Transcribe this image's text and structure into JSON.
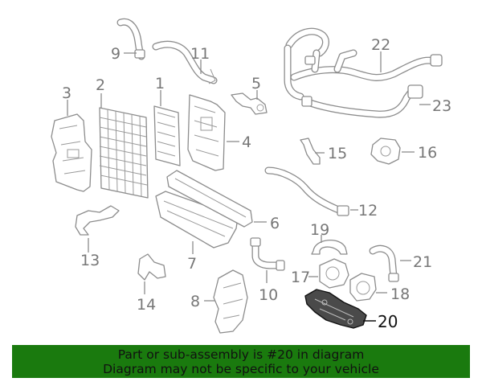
{
  "labels": {
    "l1": "1",
    "l2": "2",
    "l3": "3",
    "l4": "4",
    "l5": "5",
    "l6": "6",
    "l7": "7",
    "l8": "8",
    "l9": "9",
    "l10": "10",
    "l11": "11",
    "l12": "12",
    "l13": "13",
    "l14": "14",
    "l15": "15",
    "l16": "16",
    "l17": "17",
    "l18": "18",
    "l19": "19",
    "l20": "20",
    "l21": "21",
    "l22": "22",
    "l23": "23"
  },
  "highlighted_part": "20",
  "banner": {
    "line1": "Part or sub-assembly is #20 in diagram",
    "line2": "Diagram may not be specific to your vehicle"
  },
  "colors": {
    "banner_bg": "#1a7a0e",
    "highlight": "#4a4a4a",
    "line": "#8c8c8c"
  }
}
